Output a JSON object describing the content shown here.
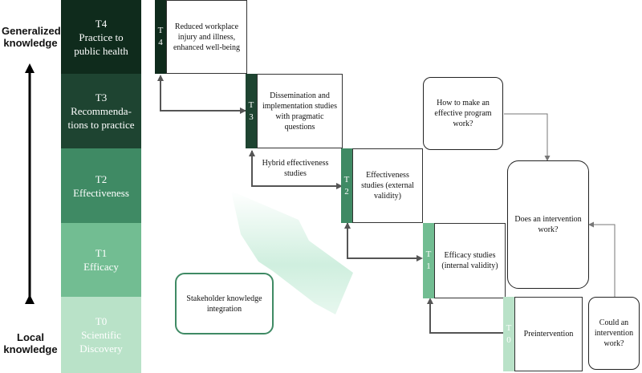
{
  "axis": {
    "top_label": "Generalized knowledge",
    "bottom_label": "Local knowledge"
  },
  "stages": [
    {
      "code": "T4",
      "name": "Practice to public health",
      "bg": "#0f2b1c",
      "fg": "#ffffff"
    },
    {
      "code": "T3",
      "name": "Recommenda-tions to practice",
      "bg": "#1e4431",
      "fg": "#ffffff"
    },
    {
      "code": "T2",
      "name": "Effectiveness",
      "bg": "#3f8a64",
      "fg": "#ffffff"
    },
    {
      "code": "T1",
      "name": "Efficacy",
      "bg": "#72bd92",
      "fg": "#ffffff"
    },
    {
      "code": "T0",
      "name": "Scientific Discovery",
      "bg": "#b9e2c8",
      "fg": "#ffffff"
    }
  ],
  "steps": [
    {
      "tab": "T4",
      "text": "Reduced workplace injury and illness, enhanced well-being"
    },
    {
      "tab": "T3",
      "text": "Dissemination and implementation studies with  pragmatic questions"
    },
    {
      "tab": "T2",
      "text": "Effectiveness studies (external validity)"
    },
    {
      "tab": "T1",
      "text": "Efficacy studies (internal validity)"
    },
    {
      "tab": "T0",
      "text": "Preintervention"
    }
  ],
  "hybrid_label": "Hybrid effectiveness studies",
  "questions": {
    "how": "How to make an effective program work?",
    "does": "Does an intervention work?",
    "could": "Could an intervention work?"
  },
  "stakeholder": "Stakeholder knowledge integration",
  "colors": {
    "arrow": "#555555",
    "axis_arrow": "#000000",
    "funnel": "#cdeedd",
    "stakeholder_border": "#3f8a64"
  }
}
